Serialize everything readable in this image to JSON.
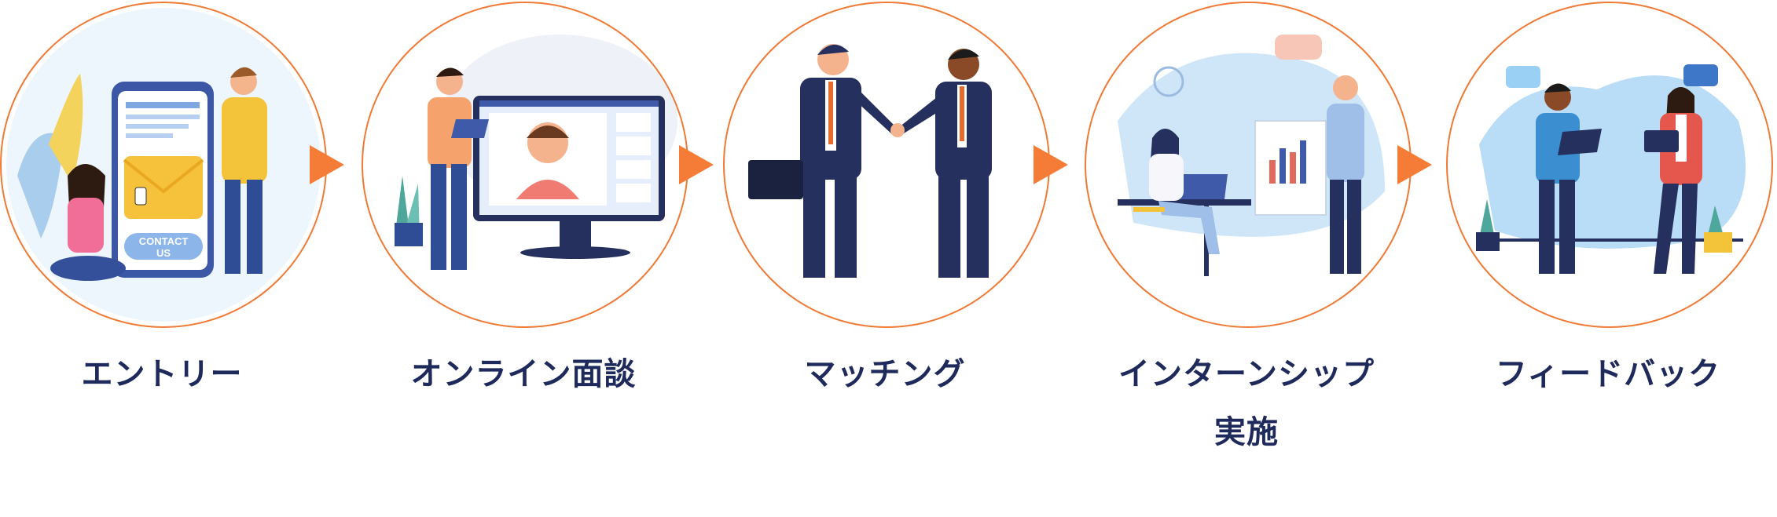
{
  "colors": {
    "ring": "#f07a35",
    "arrow": "#f47c36",
    "label": "#1f2a5c",
    "navy": "#25305e",
    "sky": "#d9ecfb"
  },
  "steps": [
    {
      "label": "エントリー",
      "icon": "contact-form-illustration",
      "contact_text_1": "CONTACT",
      "contact_text_2": "US"
    },
    {
      "label": "オンライン面談",
      "icon": "video-call-illustration"
    },
    {
      "label": "マッチング",
      "icon": "handshake-illustration"
    },
    {
      "label": "インターンシップ\n実施",
      "label_line1": "インターンシップ",
      "label_line2": "実施",
      "icon": "office-work-illustration"
    },
    {
      "label": "フィードバック",
      "icon": "discussion-illustration"
    }
  ]
}
